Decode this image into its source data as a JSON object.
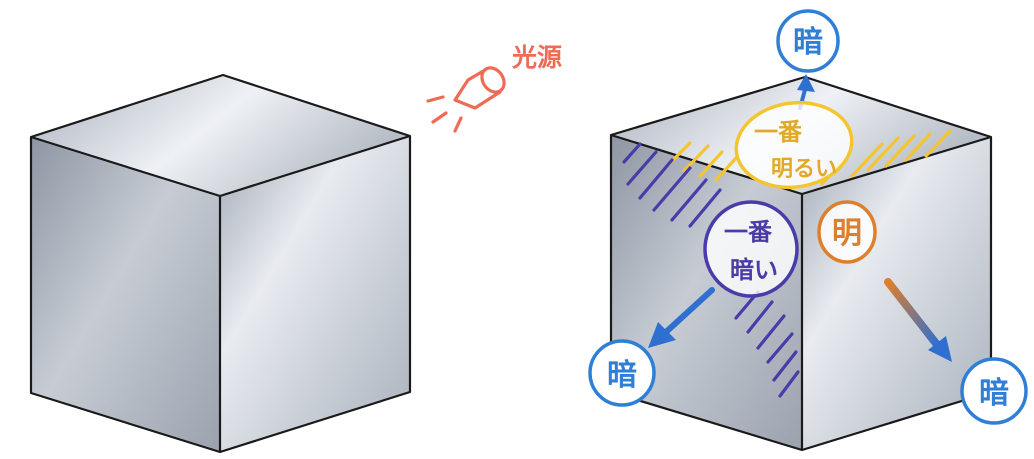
{
  "labels": {
    "light_source": "光源",
    "brightest_line1": "一番",
    "brightest_line2": "明るい",
    "darkest_line1": "一番",
    "darkest_line2": "暗い",
    "bright": "明",
    "dark_top": "暗",
    "dark_left": "暗",
    "dark_right": "暗"
  },
  "colors": {
    "light_source": "#f06a55",
    "brightest": "#f5c531",
    "darkest": "#4a3ca8",
    "bright": "#dd7f2c",
    "dark": "#2f7fd6",
    "edge": "#1a1a1a"
  }
}
